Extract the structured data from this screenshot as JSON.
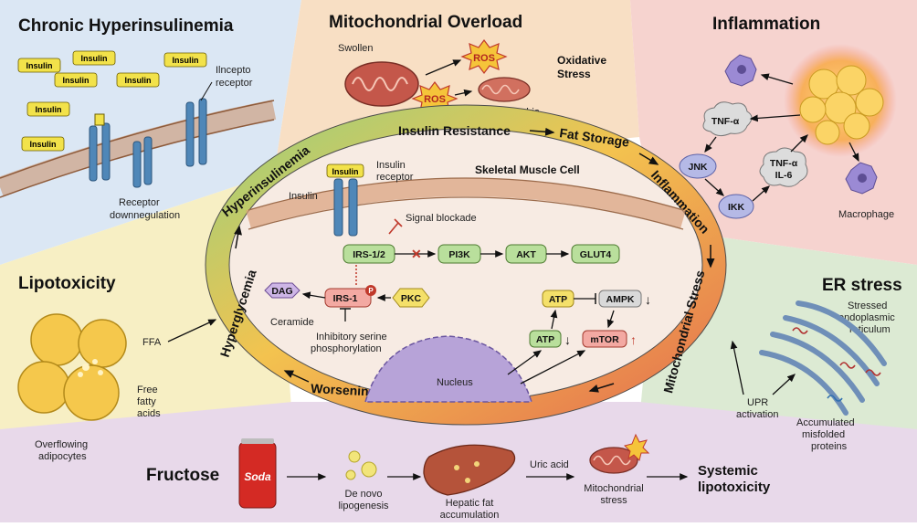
{
  "panels": {
    "chronic": {
      "title": "Chronic Hyperinsulinemia",
      "insulin_tag": "Insulin",
      "receptor_label": [
        "Ilncepto",
        "receptor"
      ],
      "downreg_label": [
        "Receptor",
        "downnegulation"
      ]
    },
    "mito": {
      "title": "Mitochondrial Overload",
      "swollen": "Swollen",
      "ros": "ROS",
      "stress": [
        "Oxidative",
        "Stress"
      ],
      "mitochondria": "Mitochondria"
    },
    "inflammation": {
      "title": "Inflammation",
      "tnf": "TNF-α",
      "jnk": "JNK",
      "ikk": "IKK",
      "tnf_il6": [
        "TNF-α",
        "IL-6"
      ],
      "macrophage": "Macrophage"
    },
    "lipotoxicity": {
      "title": "Lipotoxicity",
      "ffa": "FFA",
      "free_fatty": [
        "Free",
        "fatty",
        "acids"
      ],
      "overflowing": [
        "Overflowing",
        "adipocytes"
      ]
    },
    "er": {
      "title": "ER stress",
      "stressed": [
        "Stressed",
        "endoplasmic",
        "reticulum"
      ],
      "upr": [
        "UPR",
        "activation"
      ],
      "misfolded": [
        "Accumulated",
        "misfolded",
        "proteins"
      ]
    },
    "fructose": {
      "title": "Fructose",
      "soda": "Soda",
      "denovo": [
        "De novo",
        "lipogenesis"
      ],
      "hepatic": [
        "Hepatic fat",
        "accumulation"
      ],
      "uric": "Uric acid",
      "mstress": [
        "Mitochondrial",
        "stress"
      ],
      "systemic": [
        "Systemic",
        "lipotoxicity"
      ]
    }
  },
  "ring": {
    "top": [
      "Hyperinsulinemia",
      "Insulin Resistance",
      "Fat Storage"
    ],
    "right": [
      "Inflammation",
      "Mitochondrial Stress"
    ],
    "bottom": "Worsening Insulin Resistance",
    "left": "Hyperglycemia"
  },
  "cell": {
    "title": "Skeletal Muscle Cell",
    "insulin": "Insulin",
    "insulin_tag": "Insulin",
    "receptor": [
      "Insulin",
      "receptor"
    ],
    "signal_blockade": "Signal blockade",
    "irs12": "IRS-1/2",
    "pi3k": "PI3K",
    "akt": "AKT",
    "glut4": "GLUT4",
    "dag": "DAG",
    "irs1": "IRS-1",
    "p": "P",
    "pkc": "PKC",
    "ceramide": "Ceramide",
    "inhibitory": [
      "Inhibitory serine",
      "phosphorylation"
    ],
    "atp": "ATP",
    "ampk": "AMPK",
    "mtor": "mTOR",
    "nucleus": "Nucleus",
    "down_arrow": "↓",
    "up_arrow": "↑"
  },
  "colors": {
    "blue_panel": "#dbe7f4",
    "orange_panel": "#f8dfc4",
    "red_panel": "#f6d3cf",
    "yellow_panel": "#f7efc4",
    "green_panel": "#dcead3",
    "purple_panel": "#e8d9ea",
    "node_green": "#b9df9c",
    "node_red": "#f3a9a2",
    "node_yellow": "#f4e06a"
  }
}
